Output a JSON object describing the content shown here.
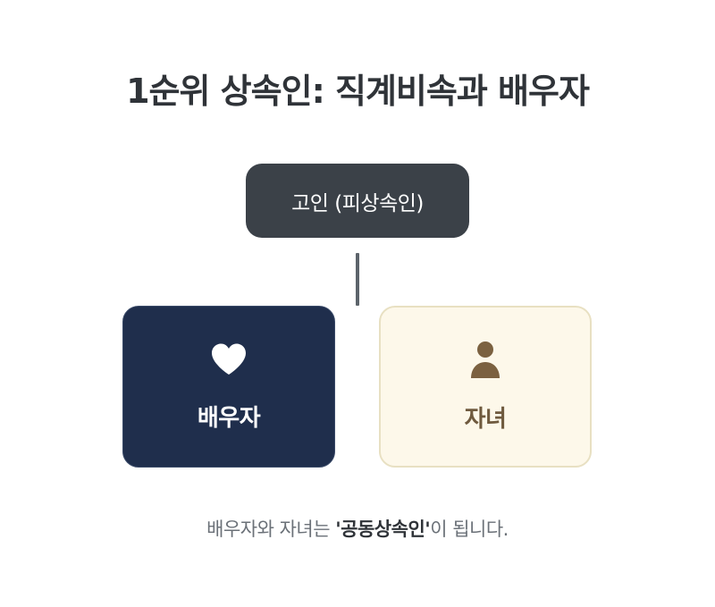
{
  "title": "1순위 상속인: 직계비속과 배우자",
  "root": {
    "label": "고인 (피상속인)"
  },
  "heirs": {
    "spouse": {
      "label": "배우자",
      "icon": "heart-icon",
      "bg_color": "#1f2e4c",
      "text_color": "#ffffff"
    },
    "child": {
      "label": "자녀",
      "icon": "person-icon",
      "bg_color": "#fdf8ea",
      "text_color": "#6f5a3e"
    }
  },
  "footnote": {
    "prefix": "배우자와 자녀는 ",
    "emphasis": "'공동상속인'",
    "suffix": "이 됩니다."
  }
}
